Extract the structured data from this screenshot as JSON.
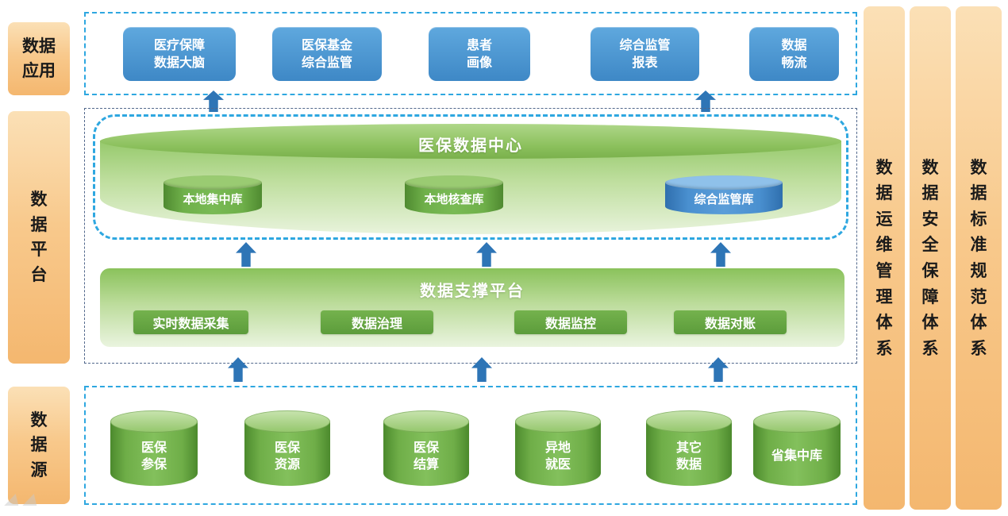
{
  "colors": {
    "dashed_border_blue": "#2EA7E0",
    "app_box_blue": "#4696D2",
    "green_primary": "#70AD47",
    "green_light": "#A9D18E",
    "orange_bar": "#F8C98C",
    "arrow_blue": "#2E75B6",
    "supervision_db_blue": "#4A90D0"
  },
  "layers": {
    "application": {
      "side_label": "数据\n应用",
      "boxes": [
        {
          "label": "医疗保障\n数据大脑"
        },
        {
          "label": "医保基金\n综合监管"
        },
        {
          "label": "患者\n画像"
        },
        {
          "label": "综合监管\n报表"
        },
        {
          "label": "数据\n畅流"
        }
      ]
    },
    "platform": {
      "side_label": "数\n据\n平\n台",
      "data_center": {
        "title": "医保数据中心",
        "databases": [
          {
            "label": "本地集中库",
            "color": "green"
          },
          {
            "label": "本地核查库",
            "color": "green"
          },
          {
            "label": "综合监管库",
            "color": "blue"
          }
        ]
      },
      "support_platform": {
        "title": "数据支撑平台",
        "modules": [
          {
            "label": "实时数据采集"
          },
          {
            "label": "数据治理"
          },
          {
            "label": "数据监控"
          },
          {
            "label": "数据对账"
          }
        ]
      }
    },
    "source": {
      "side_label": "数\n据\n源",
      "databases": [
        {
          "label": "医保\n参保"
        },
        {
          "label": "医保\n资源"
        },
        {
          "label": "医保\n结算"
        },
        {
          "label": "异地\n就医"
        },
        {
          "label": "其它\n数据"
        },
        {
          "label": "省集中库"
        }
      ]
    }
  },
  "pillars": [
    {
      "label": "数\n据\n运\n维\n管\n理\n体\n系"
    },
    {
      "label": "数\n据\n安\n全\n保\n障\n体\n系"
    },
    {
      "label": "数\n据\n标\n准\n规\n范\n体\n系"
    }
  ]
}
